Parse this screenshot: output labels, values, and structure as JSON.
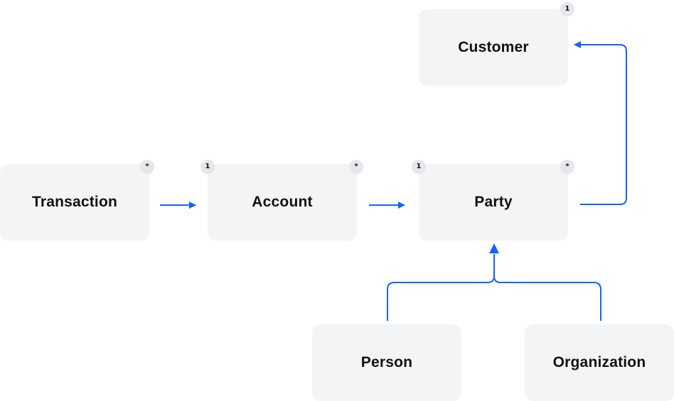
{
  "diagram": {
    "accent_color": "#1463ff",
    "nodes": {
      "customer": {
        "label": "Customer",
        "badge_right": "1"
      },
      "transaction": {
        "label": "Transaction",
        "badge_right": "*"
      },
      "account": {
        "label": "Account",
        "badge_left": "1",
        "badge_right": "*"
      },
      "party": {
        "label": "Party",
        "badge_left": "1",
        "badge_right": "*"
      },
      "person": {
        "label": "Person"
      },
      "organization": {
        "label": "Organization"
      }
    },
    "edges": [
      {
        "from": "transaction",
        "to": "account",
        "type": "association"
      },
      {
        "from": "account",
        "to": "party",
        "type": "association"
      },
      {
        "from": "party",
        "to": "customer",
        "type": "association"
      },
      {
        "from": "person",
        "to": "party",
        "type": "generalization"
      },
      {
        "from": "organization",
        "to": "party",
        "type": "generalization"
      }
    ]
  }
}
